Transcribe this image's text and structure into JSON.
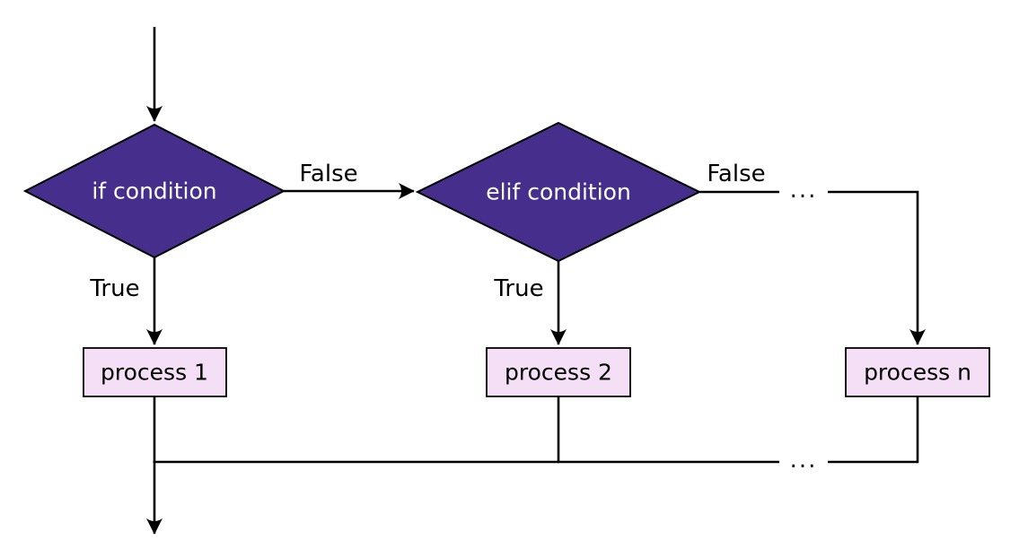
{
  "diagram": {
    "description": "Flowchart of if / elif conditional branching",
    "colors": {
      "background": "#ffffff",
      "line": "#000000",
      "decision_fill": "#462e8c",
      "decision_text": "#ffffff",
      "process_fill": "#f5dff6",
      "process_border": "#000000",
      "label_text": "#000000"
    },
    "nodes": {
      "if_condition": {
        "type": "decision",
        "label": "if condition"
      },
      "elif_condition": {
        "type": "decision",
        "label": "elif condition"
      },
      "process_1": {
        "type": "process",
        "label": "process 1"
      },
      "process_2": {
        "type": "process",
        "label": "process 2"
      },
      "process_n": {
        "type": "process",
        "label": "process n"
      }
    },
    "edge_labels": {
      "false_if": "False",
      "false_elif": "False",
      "true_if": "True",
      "true_elif": "True",
      "ellipsis_top": "...",
      "ellipsis_bottom": "..."
    }
  }
}
